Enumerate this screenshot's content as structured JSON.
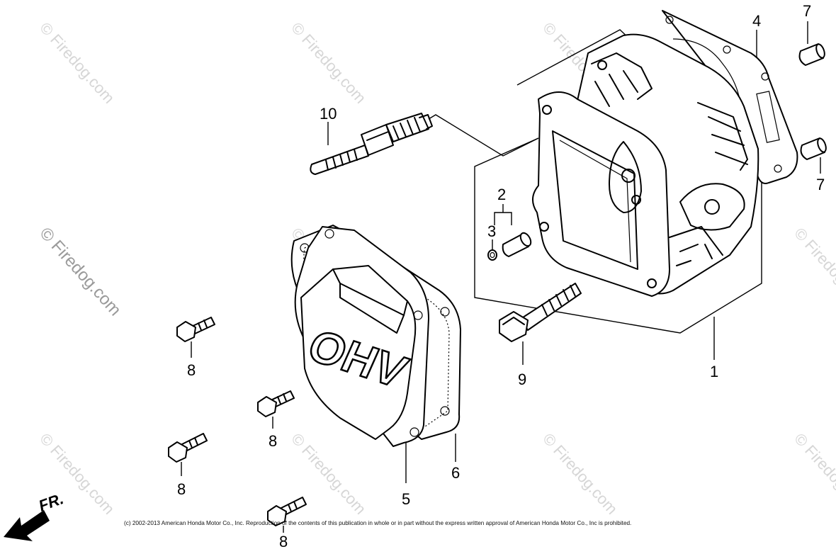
{
  "watermark": {
    "text": "© Firedog.com"
  },
  "callouts": {
    "c1": "1",
    "c2": "2",
    "c3": "3",
    "c4": "4",
    "c5": "5",
    "c6": "6",
    "c7a": "7",
    "c7b": "7",
    "c8a": "8",
    "c8b": "8",
    "c8c": "8",
    "c8d": "8",
    "c9": "9",
    "c10": "10"
  },
  "cover_text": "OHV",
  "direction": {
    "label": "FR."
  },
  "copyright": "(c) 2002-2013 American Honda Motor Co., Inc. Reproduction of the contents of this publication in whole or in part without the express written approval of American Honda Motor Co., Inc is prohibited."
}
